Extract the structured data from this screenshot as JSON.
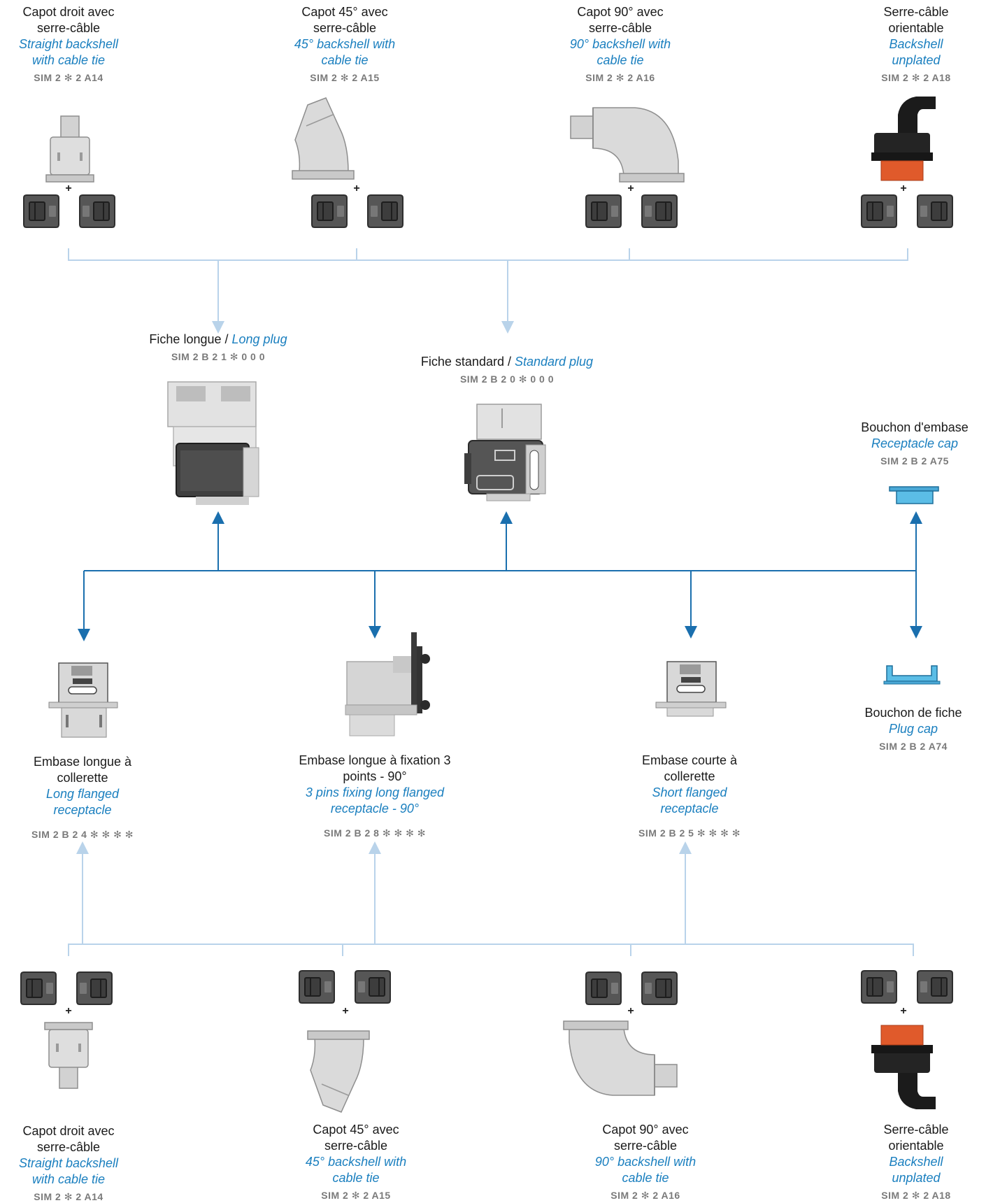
{
  "colors": {
    "arrow_blue": "#1a6fae",
    "arrow_light": "#b9d3ea",
    "cap_blue": "#5bbde6",
    "orange": "#e05a2b"
  },
  "top_backshells": [
    {
      "fr": "Capot droit avec serre-câble",
      "en": "Straight backshell with cable tie",
      "code": "SIM 2 ✻ 2 A14"
    },
    {
      "fr": "Capot 45° avec serre-câble",
      "en": "45° backshell with cable tie",
      "code": "SIM 2 ✻ 2 A15"
    },
    {
      "fr": "Capot 90° avec serre-câble",
      "en": "90° backshell with cable tie",
      "code": "SIM 2 ✻ 2 A16"
    },
    {
      "fr": "Serre-câble orientable",
      "en": "Backshell unplated",
      "code": "SIM 2 ✻ 2 A18"
    }
  ],
  "plugs": {
    "long": {
      "fr": "Fiche longue / ",
      "en": "Long plug",
      "code": "SIM 2 B 2 1 ✻ 0 0 0"
    },
    "standard": {
      "fr": "Fiche standard / ",
      "en": "Standard plug",
      "code": "SIM 2 B 2 0 ✻ 0 0 0"
    }
  },
  "caps": {
    "receptacle": {
      "fr": "Bouchon d'embase",
      "en": "Receptacle cap",
      "code": "SIM 2 B 2 A75"
    },
    "plug": {
      "fr": "Bouchon de fiche",
      "en": "Plug cap",
      "code": "SIM 2 B 2 A74"
    }
  },
  "receptacles": [
    {
      "fr": "Embase longue à collerette",
      "en": "Long flanged receptacle",
      "code": "SIM 2 B 2 4 ✻ ✻ ✻ ✻"
    },
    {
      "fr": "Embase longue à fixation 3 points - 90°",
      "en": "3 pins fixing long flanged receptacle - 90°",
      "code": "SIM 2 B 2 8 ✻ ✻ ✻ ✻"
    },
    {
      "fr": "Embase courte à collerette",
      "en": "Short flanged receptacle",
      "code": "SIM 2 B 2 5 ✻ ✻ ✻ ✻"
    }
  ],
  "bottom_backshells": [
    {
      "fr": "Capot droit avec serre-câble",
      "en": "Straight backshell with cable tie",
      "code": "SIM 2 ✻ 2 A14"
    },
    {
      "fr": "Capot 45° avec serre-câble",
      "en": "45° backshell with cable tie",
      "code": "SIM 2 ✻ 2 A15"
    },
    {
      "fr": "Capot 90° avec serre-câble",
      "en": "90° backshell with cable tie",
      "code": "SIM 2 ✻ 2 A16"
    },
    {
      "fr": "Serre-câble orientable",
      "en": "Backshell unplated",
      "code": "SIM 2 ✻ 2 A18"
    }
  ],
  "plus_sign": "+"
}
